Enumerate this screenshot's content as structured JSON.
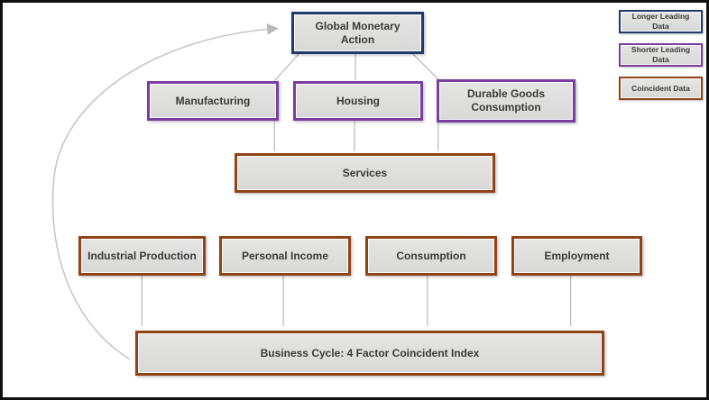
{
  "diagram": {
    "nodes": {
      "global_monetary_action": {
        "label": "Global Monetary Action",
        "category": "longer-leading"
      },
      "manufacturing": {
        "label": "Manufacturing",
        "category": "shorter-leading"
      },
      "housing": {
        "label": "Housing",
        "category": "shorter-leading"
      },
      "durable_goods": {
        "label": "Durable Goods Consumption",
        "category": "shorter-leading"
      },
      "services": {
        "label": "Services",
        "category": "coincident"
      },
      "industrial_production": {
        "label": "Industrial Production",
        "category": "coincident"
      },
      "personal_income": {
        "label": "Personal Income",
        "category": "coincident"
      },
      "consumption": {
        "label": "Consumption",
        "category": "coincident"
      },
      "employment": {
        "label": "Employment",
        "category": "coincident"
      },
      "business_cycle": {
        "label": "Business Cycle: 4 Factor Coincident Index",
        "category": "coincident"
      }
    },
    "legend": {
      "items": [
        {
          "label": "Longer Leading Data",
          "color": "#1f3b69"
        },
        {
          "label": "Shorter Leading Data",
          "color": "#7b3da1"
        },
        {
          "label": "Coincident Data",
          "color": "#8f4317"
        }
      ]
    },
    "colors": {
      "box_fill": "#dcdcda",
      "connector_line": "#a8a8a8",
      "feedback_arrow": "#c2c2c2",
      "text": "#3a3a3a"
    }
  }
}
